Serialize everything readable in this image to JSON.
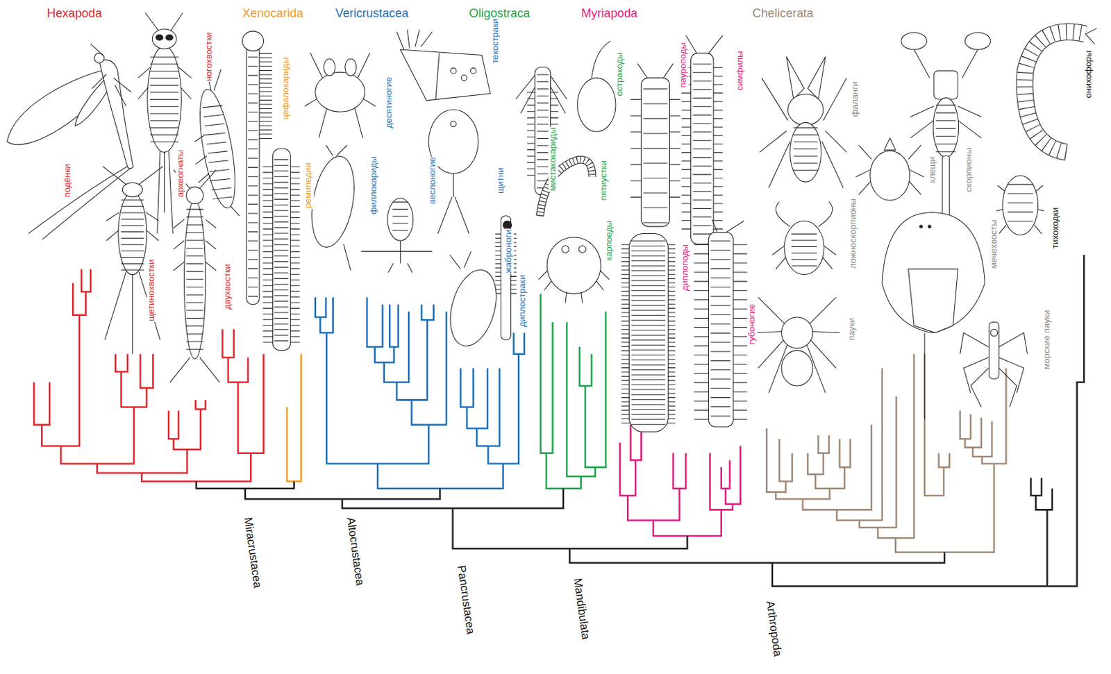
{
  "diagram": {
    "labels": [
      "Hexapoda",
      "Xenocarida",
      "Vericrustacea",
      "Oligostraca",
      "Myriapoda",
      "Chelicerata",
      "подёнки",
      "археогнаты",
      "ногохвостки",
      "щетинохвостки",
      "двухвостки",
      "цефалокариды",
      "ремипедии",
      "десятиногие",
      "текостраки",
      "филлокариды",
      "веслоногие",
      "щитни",
      "жаброноги",
      "диплостраки",
      "мистакокариды",
      "остракоды",
      "пятиустки",
      "карпоеды",
      "пауроподы",
      "симфилы",
      "диплоподы",
      "губоногие",
      "фаланги",
      "клещи",
      "скорпионы",
      "ложноскорпионы",
      "пауки",
      "мечехвосты",
      "морские пауки",
      "тихоходки",
      "онихофоры",
      "Miracrustacea",
      "Altocrustacea",
      "Pancrustacea",
      "Mandibulata",
      "Arthropoda"
    ]
  }
}
